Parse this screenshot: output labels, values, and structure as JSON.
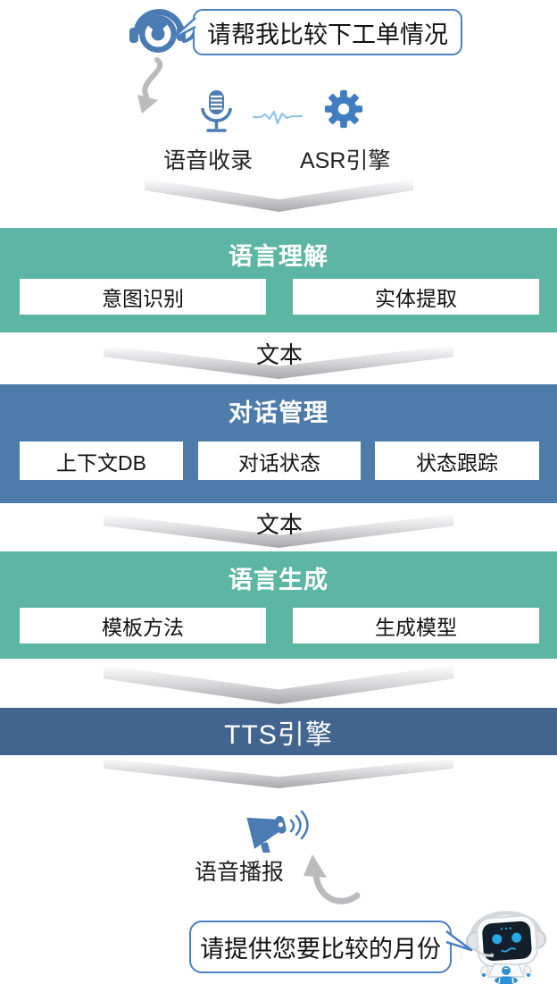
{
  "user_bubble": {
    "text": "请帮我比较下工单情况"
  },
  "input_stage": {
    "voice_capture_label": "语音收录",
    "asr_engine_label": "ASR引擎"
  },
  "pipeline_blocks": [
    {
      "title": "语言理解",
      "items": [
        "意图识别",
        "实体提取"
      ]
    },
    {
      "title": "对话管理",
      "items": [
        "上下文DB",
        "对话状态",
        "状态跟踪"
      ]
    },
    {
      "title": "语言生成",
      "items": [
        "模板方法",
        "生成模型"
      ]
    }
  ],
  "connectors": {
    "after_nlu_label": "文本",
    "after_dm_label": "文本"
  },
  "tts_bar": {
    "label": "TTS引擎"
  },
  "output_stage": {
    "voice_broadcast_label": "语音播报"
  },
  "bot_bubble": {
    "text": "请提供您要比较的月份"
  },
  "icons": {
    "agent": "headset-operator",
    "voice_capture": "microphone",
    "signal": "waveform",
    "asr": "gear",
    "broadcast": "megaphone",
    "assistant": "robot"
  },
  "colors": {
    "teal_block": "#5cb6a3",
    "blue_block": "#4d7cab",
    "tts_bar": "#42658f",
    "icon_blue": "#4a7cb3",
    "gear_blue": "#3f7dc0",
    "bubble_border": "#4a80c4",
    "arrow_gray": "#bbbbbe",
    "robot_accent": "#2f8fd6"
  }
}
